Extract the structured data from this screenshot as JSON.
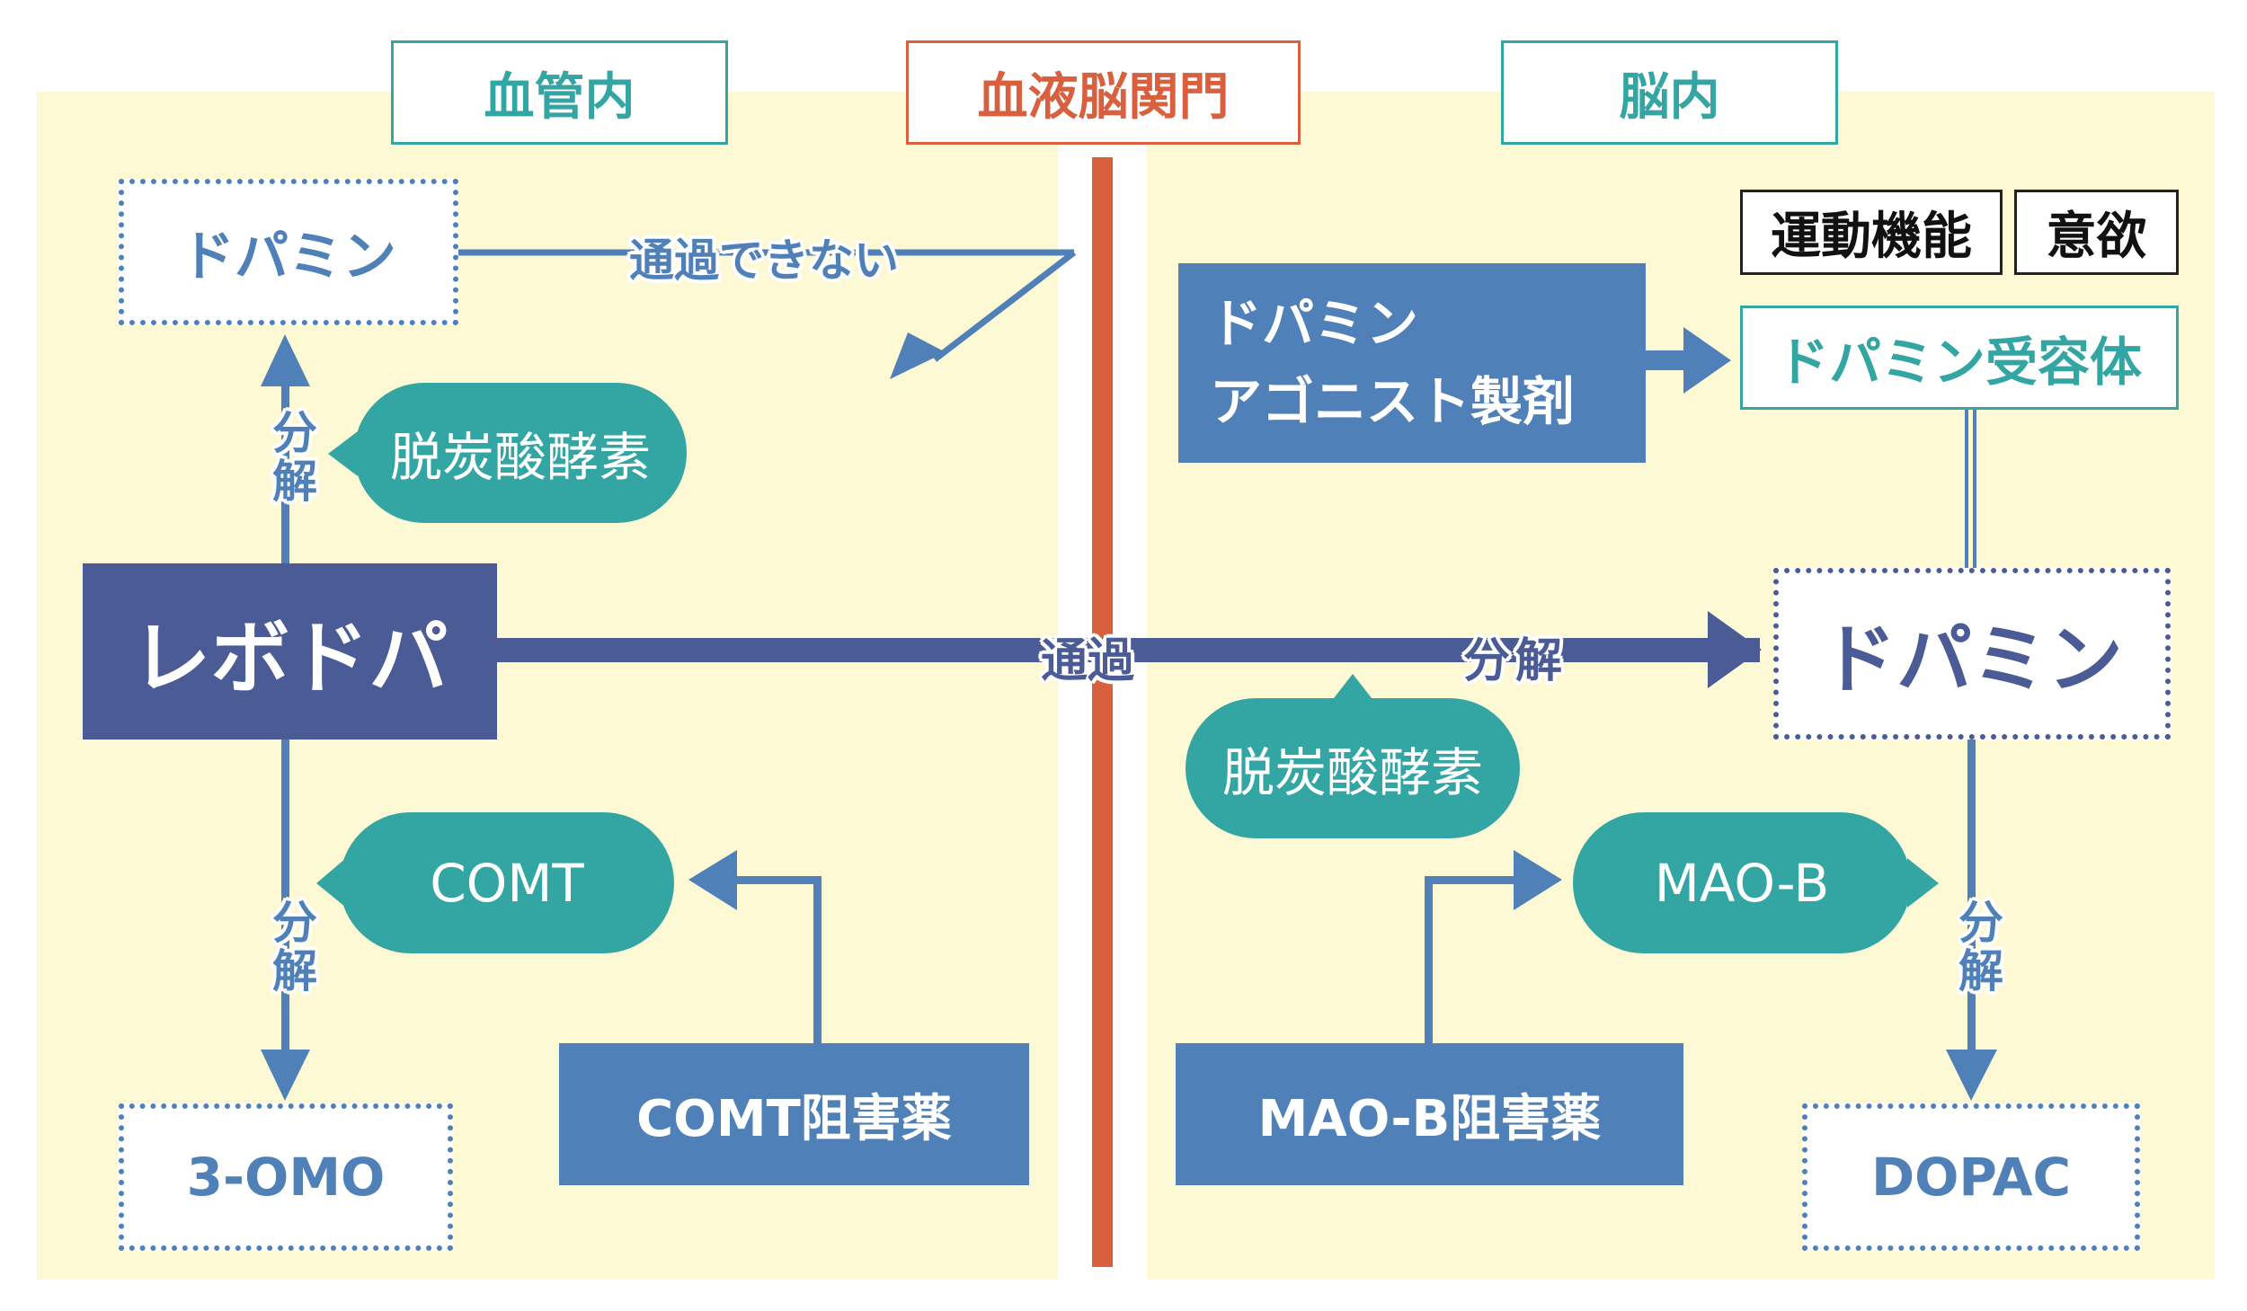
{
  "headers": {
    "blood_vessel": "血管内",
    "bbb": "血液脳関門",
    "brain": "脳内"
  },
  "left": {
    "dopamine": "ドパミン",
    "cannot_pass": "通過できない",
    "levodopa": "レボドパ",
    "decompose_up": "分解",
    "decompose_down": "分解",
    "ddc": "脱炭酸酵素",
    "comt": "COMT",
    "comt_inhibitor": "COMT阻害薬",
    "omo": "3-OMO"
  },
  "center": {
    "pass": "通過"
  },
  "right": {
    "agonist_line1": "ドパミン",
    "agonist_line2": "アゴニスト製剤",
    "motor": "運動機能",
    "motivation": "意欲",
    "receptor": "ドパミン受容体",
    "decompose_to_da": "分解",
    "dopamine": "ドパミン",
    "ddc": "脱炭酸酵素",
    "maob": "MAO-B",
    "maob_inhibitor": "MAO-B阻害薬",
    "decompose_down": "分解",
    "dopac": "DOPAC"
  },
  "colors": {
    "panel": "#fdf9d4",
    "teal": "#33a6a4",
    "barrier": "#d9603f",
    "navy": "#4b5b96",
    "blue": "#5080b8"
  }
}
